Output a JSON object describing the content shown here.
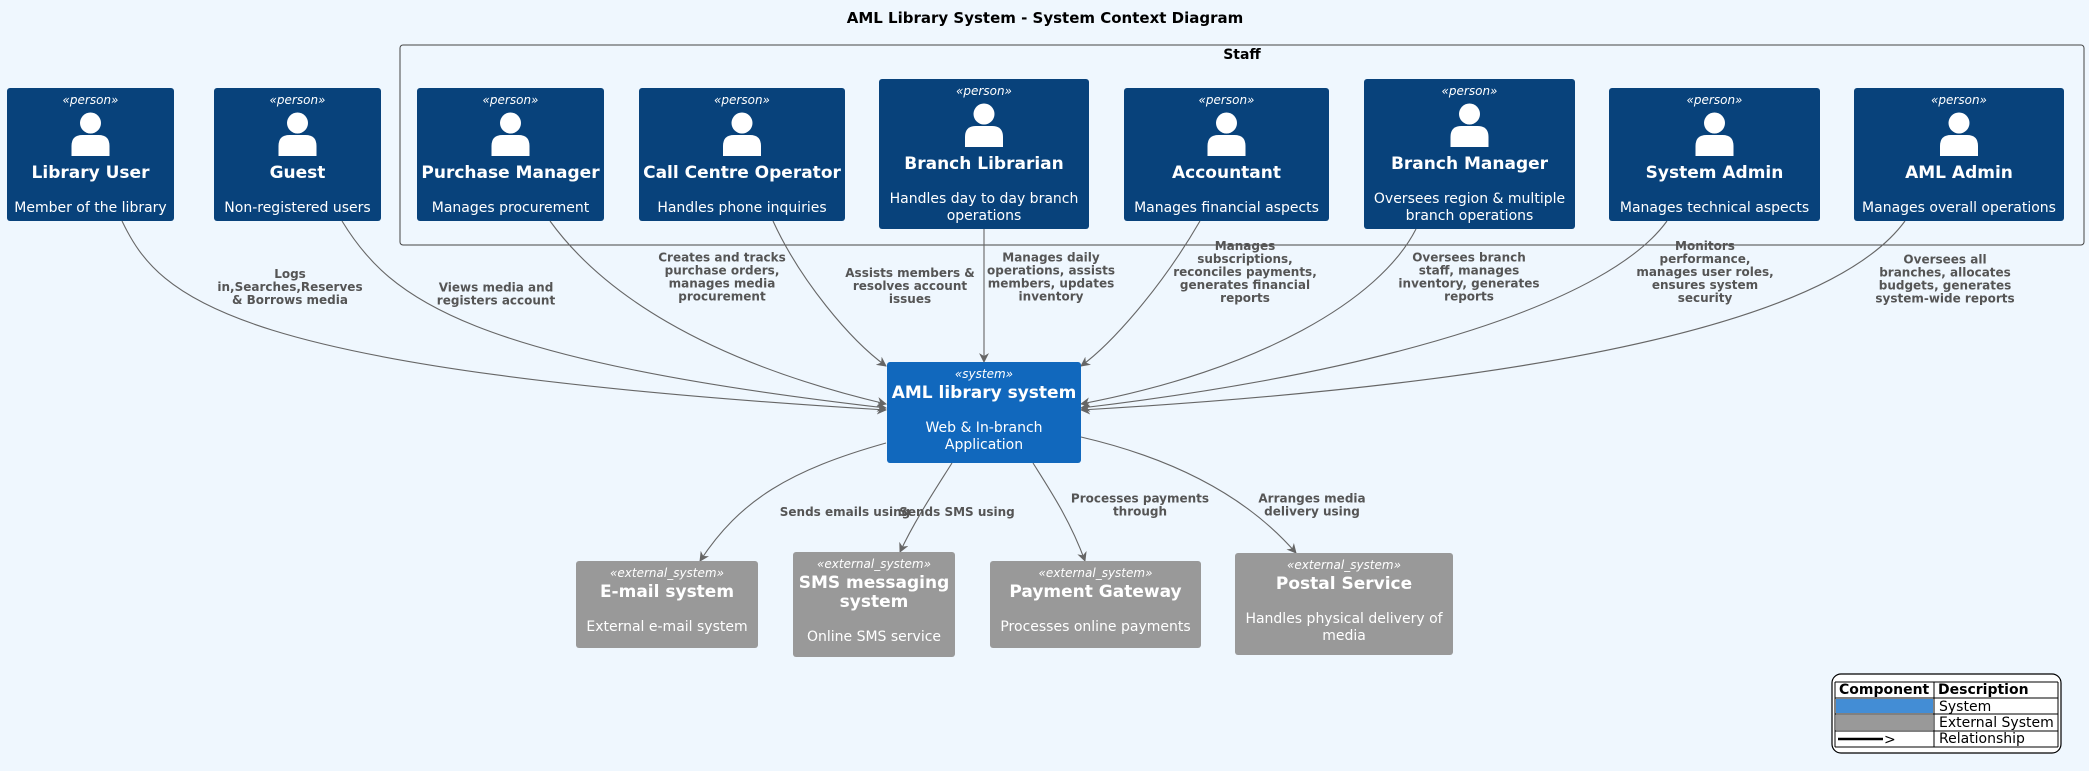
{
  "title": "AML Library System - System Context Diagram",
  "boundary": {
    "label": "Staff"
  },
  "colors": {
    "person": "#08427b",
    "system": "#1168bd",
    "external": "#999999",
    "background": "#eff7fe",
    "arrow": "#666666",
    "legend_system": "#438dd5",
    "legend_external": "#999999"
  },
  "people": [
    {
      "id": "library-user",
      "stereotype": "«person»",
      "name": "Library User",
      "desc": [
        "Member of the library"
      ]
    },
    {
      "id": "guest",
      "stereotype": "«person»",
      "name": "Guest",
      "desc": [
        "Non-registered users"
      ]
    },
    {
      "id": "purchase-manager",
      "stereotype": "«person»",
      "name": "Purchase Manager",
      "desc": [
        "Manages procurement"
      ]
    },
    {
      "id": "call-centre-operator",
      "stereotype": "«person»",
      "name": "Call Centre Operator",
      "desc": [
        "Handles phone inquiries"
      ]
    },
    {
      "id": "branch-librarian",
      "stereotype": "«person»",
      "name": "Branch Librarian",
      "desc": [
        "Handles day to day branch",
        "operations"
      ]
    },
    {
      "id": "accountant",
      "stereotype": "«person»",
      "name": "Accountant",
      "desc": [
        "Manages financial aspects"
      ]
    },
    {
      "id": "branch-manager",
      "stereotype": "«person»",
      "name": "Branch Manager",
      "desc": [
        "Oversees region & multiple",
        "branch operations"
      ]
    },
    {
      "id": "system-admin",
      "stereotype": "«person»",
      "name": "System Admin",
      "desc": [
        "Manages technical aspects"
      ]
    },
    {
      "id": "aml-admin",
      "stereotype": "«person»",
      "name": "AML Admin",
      "desc": [
        "Manages overall operations"
      ]
    }
  ],
  "system": {
    "id": "aml-library-system",
    "stereotype": "«system»",
    "name": "AML library system",
    "desc": [
      "Web & In-branch",
      "Application"
    ]
  },
  "externals": [
    {
      "id": "email-system",
      "stereotype": "«external_system»",
      "name": [
        "E-mail system"
      ],
      "desc": [
        "External e-mail system"
      ]
    },
    {
      "id": "sms-messaging-system",
      "stereotype": "«external_system»",
      "name": [
        "SMS messaging",
        "system"
      ],
      "desc": [
        "Online SMS service"
      ]
    },
    {
      "id": "payment-gateway",
      "stereotype": "«external_system»",
      "name": [
        "Payment Gateway"
      ],
      "desc": [
        "Processes online payments"
      ]
    },
    {
      "id": "postal-service",
      "stereotype": "«external_system»",
      "name": [
        "Postal Service"
      ],
      "desc": [
        "Handles physical delivery of",
        "media"
      ]
    }
  ],
  "relationships": [
    {
      "from": "library-user",
      "to": "aml-library-system",
      "label": [
        "Logs",
        "in,Searches,Reserves",
        "& Borrows media"
      ]
    },
    {
      "from": "guest",
      "to": "aml-library-system",
      "label": [
        "Views media and",
        "registers account"
      ]
    },
    {
      "from": "purchase-manager",
      "to": "aml-library-system",
      "label": [
        "Creates and tracks",
        "purchase orders,",
        "manages media",
        "procurement"
      ]
    },
    {
      "from": "call-centre-operator",
      "to": "aml-library-system",
      "label": [
        "Assists members &",
        "resolves account",
        "issues"
      ]
    },
    {
      "from": "branch-librarian",
      "to": "aml-library-system",
      "label": [
        "Manages daily",
        "operations, assists",
        "members, updates",
        "inventory"
      ]
    },
    {
      "from": "accountant",
      "to": "aml-library-system",
      "label": [
        "Manages",
        "subscriptions,",
        "reconciles payments,",
        "generates financial",
        "reports"
      ]
    },
    {
      "from": "branch-manager",
      "to": "aml-library-system",
      "label": [
        "Oversees branch",
        "staff, manages",
        "inventory, generates",
        "reports"
      ]
    },
    {
      "from": "system-admin",
      "to": "aml-library-system",
      "label": [
        "Monitors",
        "performance,",
        "manages user roles,",
        "ensures system",
        "security"
      ]
    },
    {
      "from": "aml-admin",
      "to": "aml-library-system",
      "label": [
        "Oversees all",
        "branches, allocates",
        "budgets, generates",
        "system-wide reports"
      ]
    },
    {
      "from": "aml-library-system",
      "to": "email-system",
      "label": [
        "Sends emails using"
      ]
    },
    {
      "from": "aml-library-system",
      "to": "sms-messaging-system",
      "label": [
        "Sends SMS using"
      ]
    },
    {
      "from": "aml-library-system",
      "to": "payment-gateway",
      "label": [
        "Processes payments",
        "through"
      ]
    },
    {
      "from": "aml-library-system",
      "to": "postal-service",
      "label": [
        "Arranges media",
        "delivery using"
      ]
    }
  ],
  "legend": {
    "headers": [
      "Component",
      "Description"
    ],
    "rows": [
      {
        "key": "system",
        "label": "System"
      },
      {
        "key": "external",
        "label": "External System"
      },
      {
        "key": "relationship",
        "label": "Relationship"
      }
    ]
  }
}
